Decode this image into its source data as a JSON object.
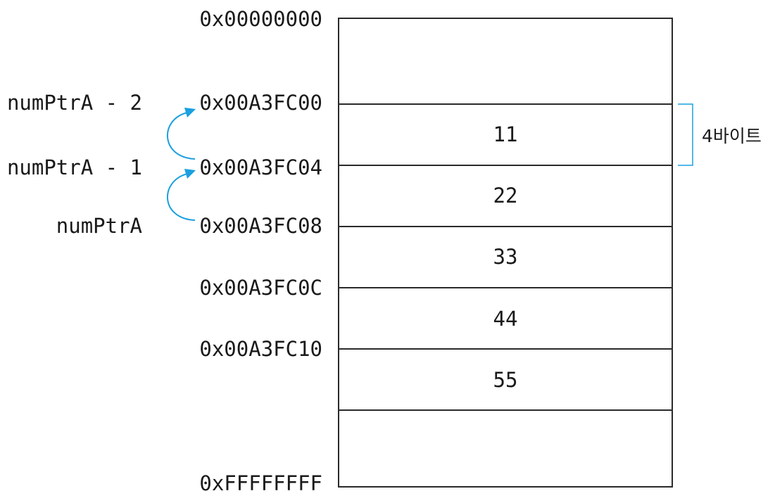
{
  "addresses": {
    "top": "0x00000000",
    "a00": "0x00A3FC00",
    "a04": "0x00A3FC04",
    "a08": "0x00A3FC08",
    "a0c": "0x00A3FC0C",
    "a10": "0x00A3FC10",
    "bottom": "0xFFFFFFFF"
  },
  "pointers": {
    "minus2": "numPtrA - 2",
    "minus1": "numPtrA - 1",
    "base": "numPtrA"
  },
  "cells": [
    "11",
    "22",
    "33",
    "44",
    "55"
  ],
  "size_label": "4바이트",
  "colors": {
    "accent": "#1aa0e0",
    "line": "#2a2a2a",
    "text": "#1a1a1a"
  }
}
